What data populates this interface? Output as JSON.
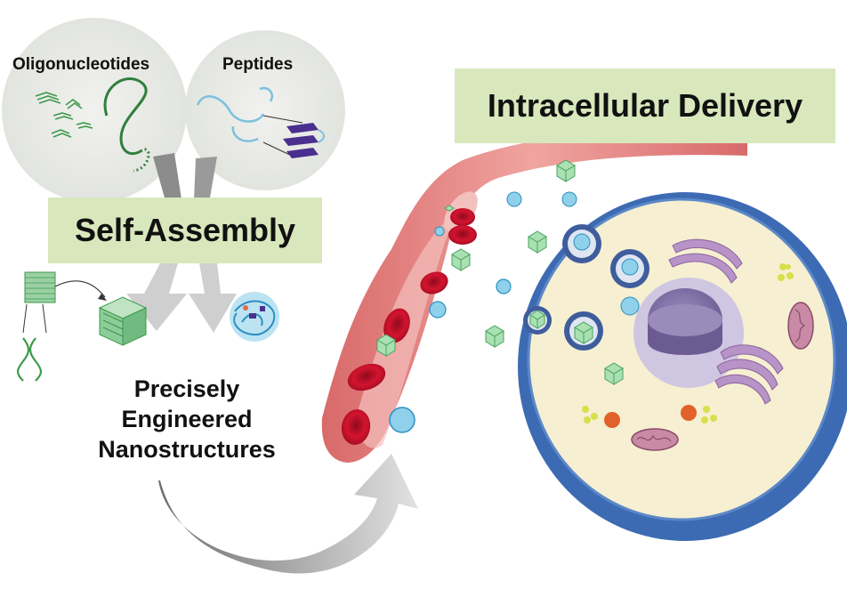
{
  "labels": {
    "oligonucleotides": "Oligonucleotides",
    "peptides": "Peptides",
    "self_assembly": "Self-Assembly",
    "intracellular_delivery": "Intracellular Delivery",
    "nanostructures": [
      "Precisely",
      "Engineered",
      "Nanostructures"
    ]
  },
  "colors": {
    "label_box": "#d9e7bd",
    "source_circle": "#e9ebe7",
    "arrow_gray": "#a9a9a9",
    "vessel": "#e88a8a",
    "vessel_inner": "#f3c1bd",
    "red_cell": "#c8102e",
    "cell_membrane": "#3d6bb3",
    "cytoplasm": "#f6efd1",
    "nucleus": "#8a78ad",
    "organelle_purple": "#b793c7",
    "cube_green": "#7fc89b",
    "dna_green": "#3c9a4a"
  }
}
